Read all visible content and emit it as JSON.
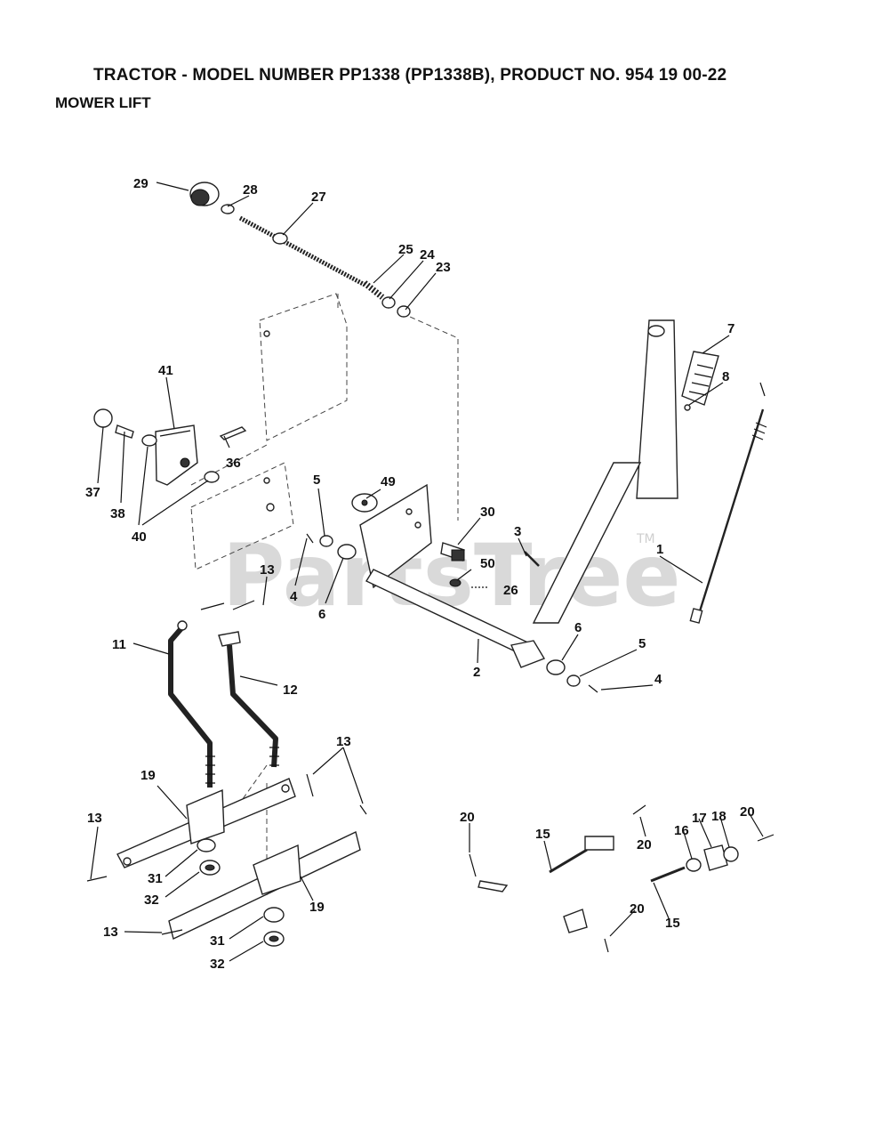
{
  "header": {
    "title": "TRACTOR - MODEL NUMBER PP1338 (PP1338B), PRODUCT NO. 954 19 00-22",
    "subtitle": "MOWER LIFT"
  },
  "watermark": {
    "text": "PartsTree",
    "trademark": "TM"
  },
  "callouts": [
    {
      "id": "c29a",
      "label": "29"
    },
    {
      "id": "c28",
      "label": "28"
    },
    {
      "id": "c27",
      "label": "27"
    },
    {
      "id": "c25",
      "label": "25"
    },
    {
      "id": "c24",
      "label": "24"
    },
    {
      "id": "c23",
      "label": "23"
    },
    {
      "id": "c7",
      "label": "7"
    },
    {
      "id": "c8",
      "label": "8"
    },
    {
      "id": "c41",
      "label": "41"
    },
    {
      "id": "c36",
      "label": "36"
    },
    {
      "id": "c37",
      "label": "37"
    },
    {
      "id": "c38",
      "label": "38"
    },
    {
      "id": "c40",
      "label": "40"
    },
    {
      "id": "c5a",
      "label": "5"
    },
    {
      "id": "c49",
      "label": "49"
    },
    {
      "id": "c30",
      "label": "30"
    },
    {
      "id": "c3",
      "label": "3"
    },
    {
      "id": "c1",
      "label": "1"
    },
    {
      "id": "c50",
      "label": "50"
    },
    {
      "id": "c26",
      "label": "26"
    },
    {
      "id": "c13a",
      "label": "13"
    },
    {
      "id": "c4a",
      "label": "4"
    },
    {
      "id": "c6a",
      "label": "6"
    },
    {
      "id": "c11",
      "label": "11"
    },
    {
      "id": "c12",
      "label": "12"
    },
    {
      "id": "c2",
      "label": "2"
    },
    {
      "id": "c6b",
      "label": "6"
    },
    {
      "id": "c5b",
      "label": "5"
    },
    {
      "id": "c4b",
      "label": "4"
    },
    {
      "id": "c13b",
      "label": "13"
    },
    {
      "id": "c19a",
      "label": "19"
    },
    {
      "id": "c13c",
      "label": "13"
    },
    {
      "id": "c31a",
      "label": "31"
    },
    {
      "id": "c32a",
      "label": "32"
    },
    {
      "id": "c19b",
      "label": "19"
    },
    {
      "id": "c13d",
      "label": "13"
    },
    {
      "id": "c31b",
      "label": "31"
    },
    {
      "id": "c32b",
      "label": "32"
    },
    {
      "id": "c20a",
      "label": "20"
    },
    {
      "id": "c15a",
      "label": "15"
    },
    {
      "id": "c20b",
      "label": "20"
    },
    {
      "id": "c16",
      "label": "16"
    },
    {
      "id": "c17",
      "label": "17"
    },
    {
      "id": "c18",
      "label": "18"
    },
    {
      "id": "c20c",
      "label": "20"
    },
    {
      "id": "c15b",
      "label": "15"
    },
    {
      "id": "c20d",
      "label": "20"
    }
  ]
}
